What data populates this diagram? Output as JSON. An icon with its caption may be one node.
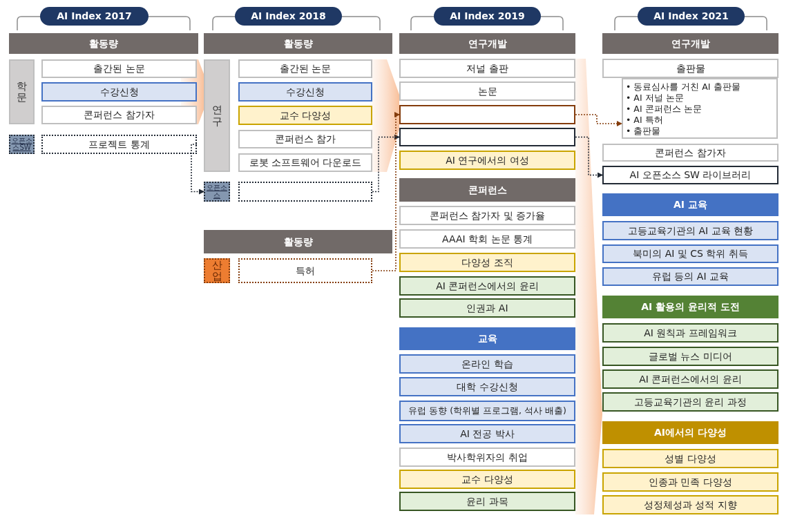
{
  "diagram": {
    "nodes": [
      {
        "text": [
          "AI Index 2017"
        ]
      },
      {
        "text": [
          "활동량"
        ]
      },
      {
        "text": [
          "학문"
        ]
      },
      {
        "text": [
          "출간된 논문"
        ]
      },
      {
        "text": [
          "수강신청"
        ]
      },
      {
        "text": [
          "콘퍼런스 참가자"
        ]
      },
      {
        "text": [
          "오픈소스SW"
        ]
      },
      {
        "text": [
          "프로젝트 통계"
        ]
      },
      {
        "text": [
          "AI Index 2018"
        ]
      },
      {
        "text": [
          "활동량"
        ]
      },
      {
        "text": [
          "연구"
        ]
      },
      {
        "text": [
          "출간된 논문"
        ]
      },
      {
        "text": [
          "수강신청"
        ]
      },
      {
        "text": [
          "교수 다양성"
        ]
      },
      {
        "text": [
          "콘퍼런스 참가"
        ]
      },
      {
        "text": [
          "로봇 소프트웨어 다운로드"
        ]
      },
      {
        "text": [
          "오픈소스"
        ]
      },
      {
        "text": [],
        "shape": "box"
      },
      {
        "text": [
          "활동량"
        ]
      },
      {
        "text": [
          "산업"
        ]
      },
      {
        "text": [
          "특허"
        ]
      },
      {
        "text": [
          "AI Index 2019"
        ]
      },
      {
        "text": [
          "연구개발"
        ]
      },
      {
        "text": [
          "저널 출판"
        ]
      },
      {
        "text": [
          "논문"
        ]
      },
      {
        "text": [],
        "shape": "box"
      },
      {
        "text": [],
        "shape": "box"
      },
      {
        "text": [
          "AI 연구에서의 여성"
        ]
      },
      {
        "text": [
          "콘퍼런스"
        ]
      },
      {
        "text": [
          "콘퍼런스 참가자 및 증가율"
        ]
      },
      {
        "text": [
          "AAAI 학회 논문 통계"
        ]
      },
      {
        "text": [
          "다양성 조직"
        ]
      },
      {
        "text": [
          "AI 콘퍼런스에서의 윤리"
        ]
      },
      {
        "text": [
          "인권과 AI"
        ]
      },
      {
        "text": [
          "교육"
        ]
      },
      {
        "text": [
          "온라인 학습"
        ]
      },
      {
        "text": [
          "대학 수강신청"
        ]
      },
      {
        "text": [
          "유럽 동향 (학위별 프로그램, 석사 배출)"
        ]
      },
      {
        "text": [
          "AI 전공 박사"
        ]
      },
      {
        "text": [
          "박사학위자의 취업"
        ]
      },
      {
        "text": [
          "교수 다양성"
        ]
      },
      {
        "text": [
          "윤리 과목"
        ]
      },
      {
        "text": [
          "AI Index 2021"
        ]
      },
      {
        "text": [
          "연구개발"
        ]
      },
      {
        "text": [
          "출판물"
        ]
      },
      {
        "text": [
          "• 동료심사를 거친 AI 출판물",
          "• AI 저널 논문",
          "• AI 콘퍼런스 논문",
          "• AI 특허",
          "• 출판물"
        ]
      },
      {
        "text": [
          "콘퍼런스 참가자"
        ]
      },
      {
        "text": [
          "AI 오픈소스 SW 라이브러리"
        ]
      },
      {
        "text": [
          "AI 교육"
        ]
      },
      {
        "text": [
          "고등교육기관의 AI 교육 현황"
        ]
      },
      {
        "text": [
          "북미의 AI 및 CS 학위 취득"
        ]
      },
      {
        "text": [
          "유럽 등의 AI 교육"
        ]
      },
      {
        "text": [
          "AI 활용의 윤리적 도전"
        ]
      },
      {
        "text": [
          "AI 원칙과 프레임워크"
        ]
      },
      {
        "text": [
          "글로벌 뉴스 미디어"
        ]
      },
      {
        "text": [
          "AI 콘퍼런스에서의 윤리"
        ]
      },
      {
        "text": [
          "고등교육기관의 윤리 과정"
        ]
      },
      {
        "text": [
          "AI에서의 다양성"
        ]
      },
      {
        "text": [
          "성별 다양성"
        ]
      },
      {
        "text": [
          "인종과 민족 다양성"
        ]
      },
      {
        "text": [
          "성정체성과 성적 지향"
        ]
      }
    ],
    "edges": [
      {
        "from": 7,
        "to": 16,
        "arrow": "to"
      },
      {
        "from": 17,
        "to": 26,
        "arrow": "to"
      },
      {
        "from": 20,
        "to": 25,
        "arrow": "to",
        "color": "#843c0c"
      },
      {
        "from": 25,
        "to": 45,
        "arrow": "to",
        "color": "#843c0c"
      },
      {
        "from": 26,
        "to": 47,
        "arrow": "to"
      }
    ]
  }
}
